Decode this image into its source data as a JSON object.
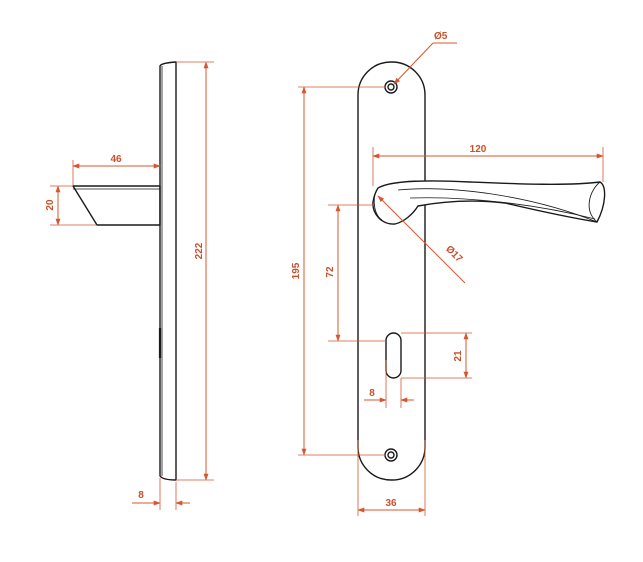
{
  "colors": {
    "dimension": "#d4572f",
    "outline": "#1a1a1a",
    "background": "#ffffff"
  },
  "dimensions": {
    "lever_projection": "46",
    "lever_height": "20",
    "plate_height": "222",
    "plate_thickness": "8",
    "screw_hole_diameter": "Ø5",
    "lever_length": "120",
    "lever_boss_diameter": "Ø17",
    "hole_spacing": "195",
    "lever_to_keyhole": "72",
    "keyhole_height": "21",
    "keyhole_width": "8",
    "plate_width": "36"
  }
}
